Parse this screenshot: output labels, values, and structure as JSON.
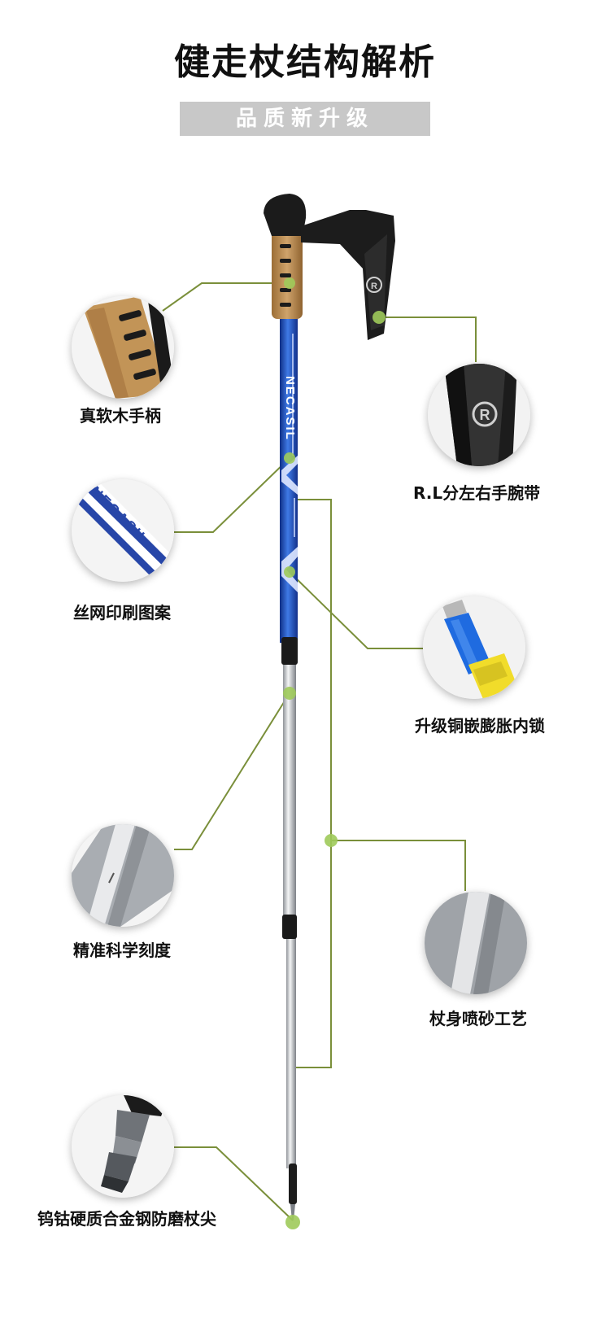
{
  "page": {
    "title": "健走杖结构解析",
    "subtitle": "品质新升级"
  },
  "pole": {
    "brand_text": "NECASIL",
    "strap_badge": "R"
  },
  "features": [
    {
      "label": "真软木手柄",
      "icon": "cork-grip-closeup"
    },
    {
      "label": "R.L分左右手腕带",
      "icon": "wrist-strap-closeup"
    },
    {
      "label": "丝网印刷图案",
      "icon": "print-pattern-closeup"
    },
    {
      "label": "升级铜嵌膨胀内锁",
      "icon": "expansion-lock-closeup"
    },
    {
      "label": "精准科学刻度",
      "icon": "scale-closeup"
    },
    {
      "label": "杖身喷砂工艺",
      "icon": "sandblast-closeup"
    },
    {
      "label": "钨钴硬质合金钢防磨杖尖",
      "icon": "carbide-tip-closeup"
    }
  ],
  "colors": {
    "leader_line": "#7a8f3a",
    "dot": "#9fca5a",
    "pole_blue": "#1f4fbf",
    "cork": "#b9894f"
  }
}
